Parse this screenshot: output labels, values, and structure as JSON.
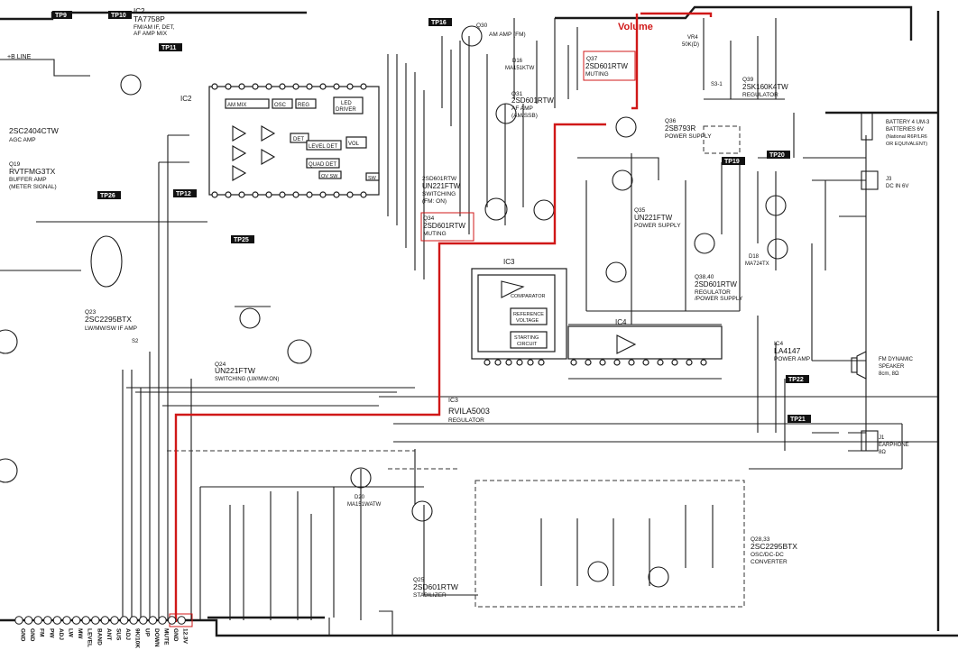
{
  "labels": {
    "volume": "Volume",
    "ic2_part": "IC2",
    "ic2_name": "TA7758P",
    "ic2_desc1": "FM/AM IF, DET,",
    "ic2_desc2": "AF AMP MIX",
    "ic3_part": "IC3",
    "ic3_name": "RVILA5003",
    "ic3_desc": "REGULATOR",
    "ic4_part": "IC4",
    "ic4_name": "LA4147",
    "ic4_desc": "POWER AMP",
    "q10_name": "2SD601RTW",
    "q10_desc": "UN221FTW",
    "q10_func1": "SWITCHING",
    "q10_func2": "(FM: ON)",
    "q18_name": "2SC2404CTW",
    "q18_desc": "AGC AMP",
    "q19_part": "Q19",
    "q19_name": "RVTFMG3TX",
    "q19_desc1": "BUFFER AMP",
    "q19_desc2": "(METER SIGNAL)",
    "q23_part": "Q23",
    "q23_name": "2SC2295BTX",
    "q23_desc": "LW/MW/SW IF AMP",
    "q24_part": "Q24",
    "q24_name": "UN221FTW",
    "q24_desc": "SWITCHING (LW/MW:ON)",
    "q25_part": "Q25",
    "q25_name": "2SD601RTW",
    "q25_desc": "STABILIZER",
    "q28_33_part": "Q28,33",
    "q28_33_name": "2SC2295BTX",
    "q28_33_desc1": "OSC/DC-DC",
    "q28_33_desc2": "CONVERTER",
    "q30_part": "Q30",
    "q30_desc": "AM AMP (FM)",
    "q31_part": "Q31",
    "q31_name": "2SD601RTW",
    "q31_desc1": "AF AMP",
    "q31_desc2": "(AM/SSB)",
    "q34_part": "Q34",
    "q34_name": "2SD601RTW",
    "q34_desc": "MUTING",
    "q35_part": "Q35",
    "q35_name": "UN221FTW",
    "q35_desc": "POWER SUPPLY",
    "q36_part": "Q36",
    "q36_name": "2SB793R",
    "q36_desc": "POWER SUPPLY",
    "q37_part": "Q37",
    "q37_name": "2SD601RTW",
    "q37_desc": "MUTING",
    "q38_40_part": "Q38,40",
    "q38_40_name": "2SD601RTW",
    "q38_40_desc1": "REGULATOR",
    "q38_40_desc2": "/POWER SUPPLY",
    "q39_part": "Q39",
    "q39_name": "2SK160K4TW",
    "q39_desc": "REGULATOR",
    "battery1": "BATTERY 4  UM-3",
    "battery2": "BATTERIES 6V",
    "battery3": "(National R6P/LR6",
    "battery4": "OR EQUIVALENT)",
    "j3": "J3",
    "j3_desc": "DC IN   6V",
    "speaker1": "FM DYNAMIC",
    "speaker2": "SPEAKER",
    "speaker3": "8cm, 8Ω",
    "j1": "J1",
    "j1_desc": "EARPHONE",
    "j1_ohm": "8Ω",
    "b_line": "+B LINE",
    "comparator": "COMPARATOR",
    "ref_volt1": "REFERENCE",
    "ref_volt2": "VOLTAGE",
    "start_circ1": "STARTING",
    "start_circ2": "CIRCUIT",
    "am_mix": "AM MIX",
    "osc": "OSC",
    "reg": "REG",
    "led_driver1": "LED",
    "led_driver2": "DRIVER",
    "det": "DET",
    "level_det": "LEVEL DET",
    "vol": "VOL",
    "quad_det": "QUAD DET",
    "ov_sw": "OV SW",
    "sw": "SW",
    "d16": "D16",
    "d16_name": "MA151KTW",
    "d18": "D18",
    "d18_name": "MA724TX",
    "d20": "D20",
    "d20_name": "MA151WATW",
    "vr4": "VR4",
    "vr4_val": "50K(D)",
    "s3": "S3-1",
    "s2": "S2"
  },
  "test_points": [
    "TP9",
    "TP10",
    "TP11",
    "TP16",
    "TP19",
    "TP20",
    "TP12",
    "TP26",
    "TP25",
    "TP21",
    "TP22"
  ],
  "connector_labels": [
    "GND",
    "GND",
    "FM",
    "PW",
    "ADJ",
    "LW",
    "MW",
    "LEVEL",
    "BAND",
    "ANT",
    "SUS",
    "ADJ",
    "9K/10K",
    "UP",
    "DOWN",
    "MUTE",
    "GND",
    "12.3V"
  ],
  "colors": {
    "ink": "#1a1a1a",
    "highlight": "#d01818",
    "paper": "#ffffff"
  }
}
